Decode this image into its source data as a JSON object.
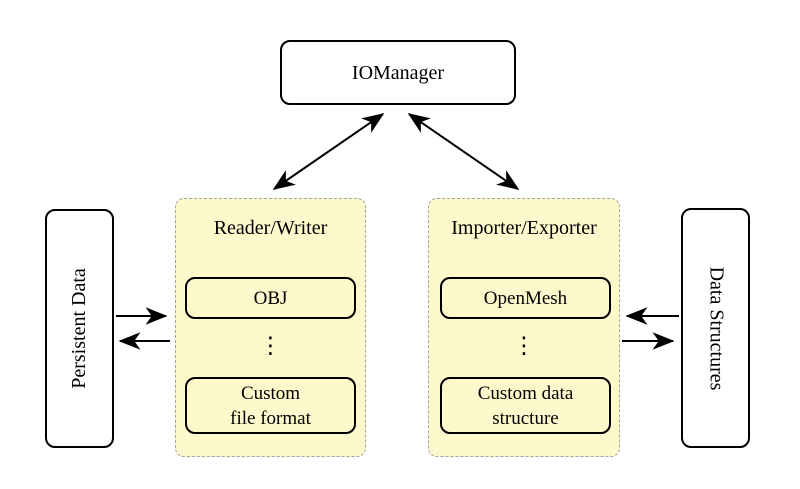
{
  "colors": {
    "background": "#FFFFFF",
    "panel_fill": "#FDF9CC",
    "panel_border": "#A3A3A3",
    "node_border": "#000000",
    "arrow": "#000000"
  },
  "nodes": {
    "io_manager": {
      "label": "IOManager"
    },
    "persistent_data": {
      "label": "Persistent Data"
    },
    "data_structures": {
      "label": "Data Structures"
    },
    "reader_writer": {
      "title": "Reader/Writer",
      "items": [
        {
          "label": "OBJ"
        },
        {
          "label": "⋮"
        },
        {
          "label": "Custom\nfile format"
        }
      ]
    },
    "importer_exporter": {
      "title": "Importer/Exporter",
      "items": [
        {
          "label": "OpenMesh"
        },
        {
          "label": "⋮"
        },
        {
          "label": "Custom data\nstructure"
        }
      ]
    }
  },
  "edges": [
    {
      "from": "io_manager",
      "to": "reader_writer",
      "direction": "bidirectional"
    },
    {
      "from": "io_manager",
      "to": "importer_exporter",
      "direction": "bidirectional"
    },
    {
      "from": "persistent_data",
      "to": "reader_writer",
      "direction": "forward"
    },
    {
      "from": "reader_writer",
      "to": "persistent_data",
      "direction": "forward"
    },
    {
      "from": "data_structures",
      "to": "importer_exporter",
      "direction": "forward"
    },
    {
      "from": "importer_exporter",
      "to": "data_structures",
      "direction": "forward"
    }
  ]
}
